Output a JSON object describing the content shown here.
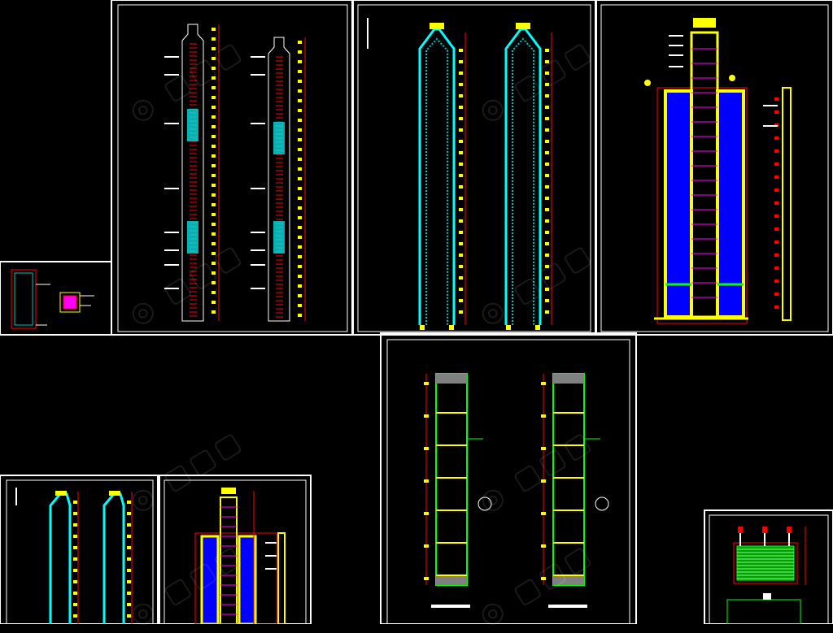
{
  "viewer": {
    "background": "#000000",
    "frame_color": "#ffffff"
  },
  "colors": {
    "red": "#ff0000",
    "yellow": "#ffff00",
    "cyan": "#00ffff",
    "green": "#00ff00",
    "magenta": "#ff00ff",
    "blue": "#0000ff",
    "white": "#ffffff",
    "teal": "#00c0c0"
  },
  "panels": [
    {
      "id": "small-detail-left",
      "label": ""
    },
    {
      "id": "elevation-red-ladders",
      "label": ""
    },
    {
      "id": "elevation-cyan-columns",
      "label": ""
    },
    {
      "id": "elevation-yellow-frame",
      "label": ""
    },
    {
      "id": "detail-green-racks",
      "label": ""
    },
    {
      "id": "bottom-left-cyan",
      "label": ""
    },
    {
      "id": "bottom-mid-frame",
      "label": ""
    },
    {
      "id": "bottom-right-detail",
      "label": ""
    }
  ],
  "watermark": {
    "icon": "watermark-logo-icon"
  }
}
